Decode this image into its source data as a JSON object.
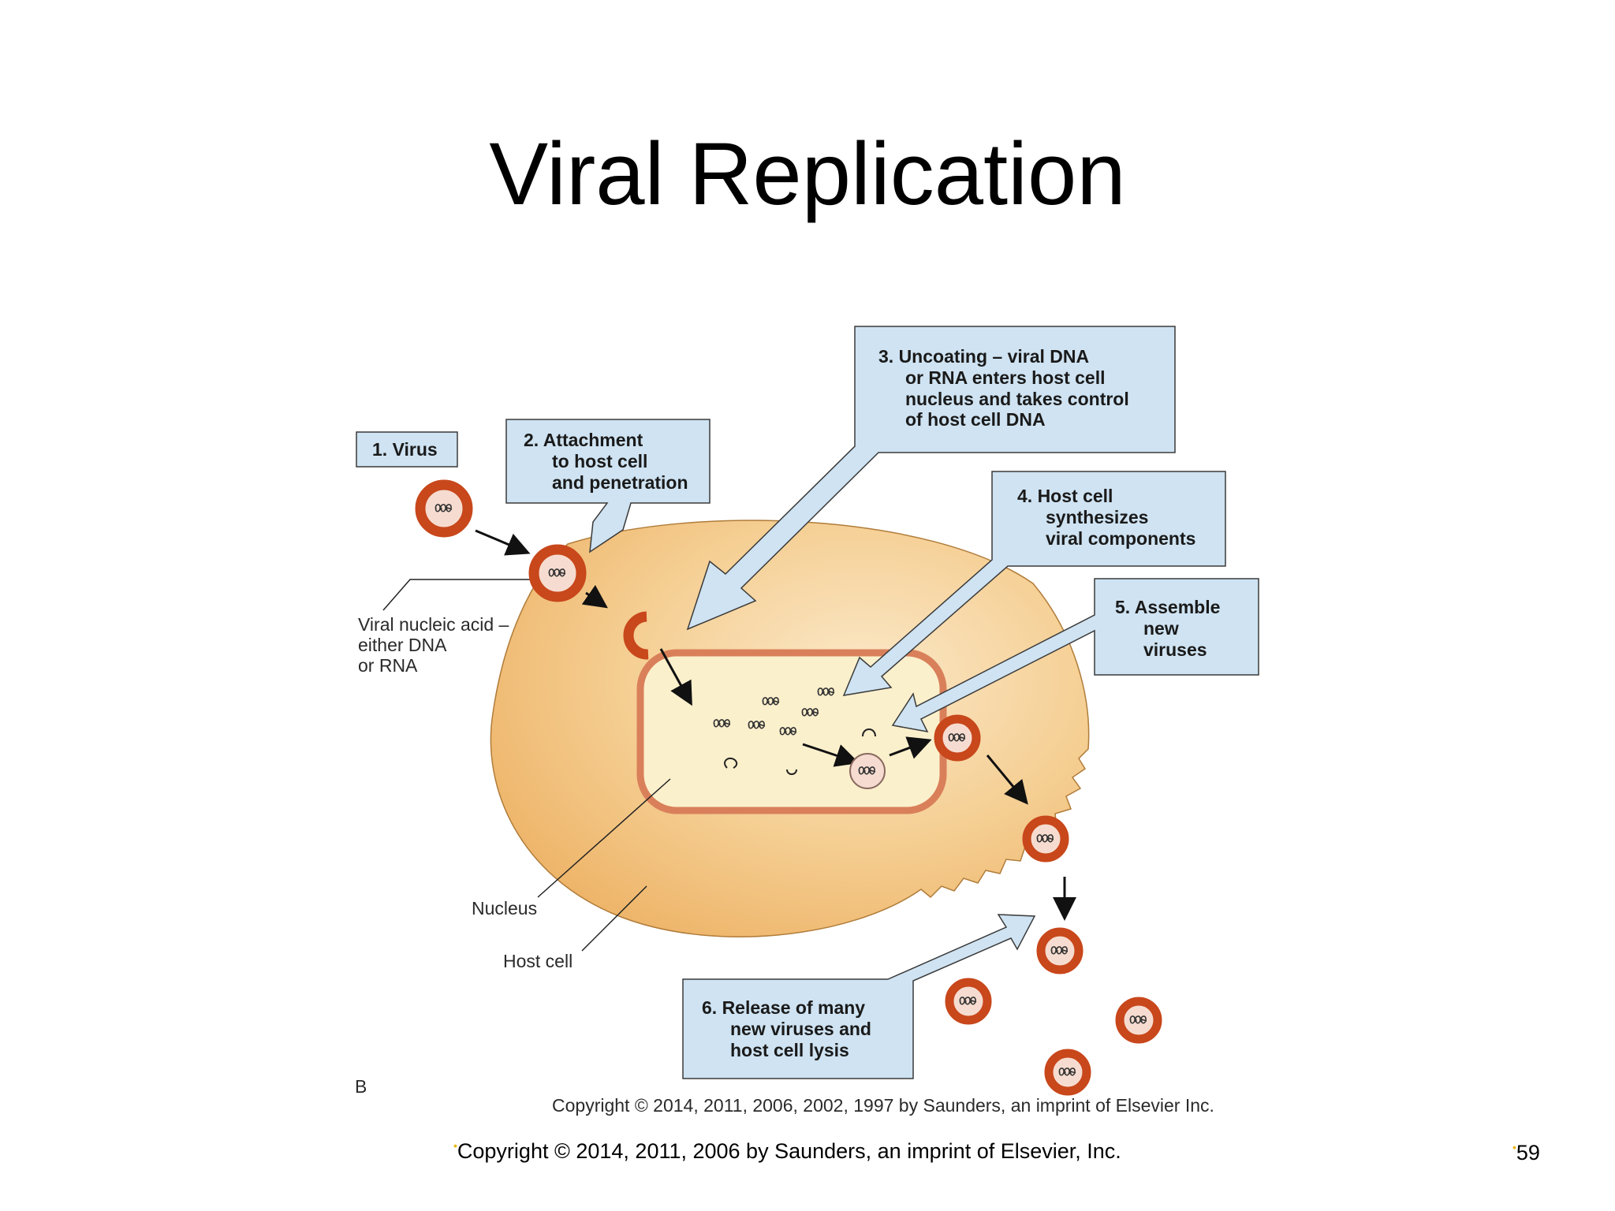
{
  "slide": {
    "title": "Viral Replication",
    "footer_text": "Copyright © 2014, 2011, 2006 by Saunders, an imprint of Elsevier, Inc.",
    "page_number": "59"
  },
  "diagram": {
    "step1": "1. Virus",
    "step2": [
      "2. Attachment",
      "to host cell",
      "and penetration"
    ],
    "step3": [
      "3. Uncoating – viral DNA",
      "or RNA enters host cell",
      "nucleus and takes control",
      "of host cell DNA"
    ],
    "step4": [
      "4. Host cell",
      "synthesizes",
      "viral components"
    ],
    "step5": [
      "5. Assemble",
      "new",
      "viruses"
    ],
    "step6": [
      "6. Release of many",
      "new viruses and",
      "host cell lysis"
    ],
    "label_nucleic_acid": [
      "Viral nucleic acid –",
      "either DNA",
      "or RNA"
    ],
    "label_nucleus": "Nucleus",
    "label_host_cell": "Host cell",
    "panel_letter": "B",
    "image_copyright": "Copyright © 2014, 2011, 2006, 2002, 1997 by Saunders, an imprint of Elsevier Inc."
  },
  "colors": {
    "box_fill": "#cfe3f2",
    "box_stroke": "#3a3a3a",
    "virus_ring": "#c8471b",
    "cell_fill": "#f3c27d",
    "nucleus_fill": "#fbf0cc",
    "nucleus_border": "#d9805a",
    "bullet": "#e8b400"
  }
}
